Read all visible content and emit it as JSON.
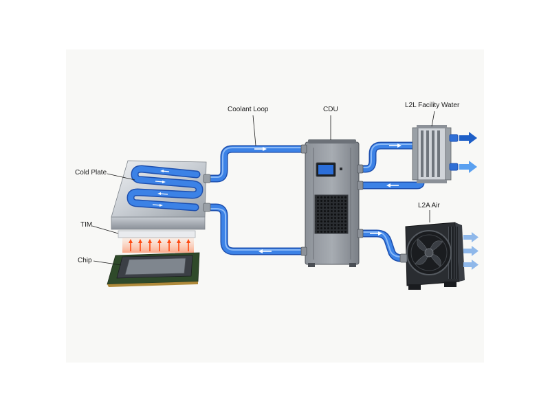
{
  "labels": {
    "coolant_loop": "Coolant Loop",
    "cdu": "CDU",
    "l2l_facility_water": "L2L Facility Water",
    "cold_plate": "Cold Plate",
    "tim": "TIM",
    "chip": "Chip",
    "l2a_air": "L2A Air"
  },
  "colors": {
    "coolant_blue": "#2f6fd6",
    "coolant_highlight": "#7fb0f5",
    "heat_orange": "#ff5a1e",
    "metal_light": "#d9dde2",
    "metal_dark": "#6f757c",
    "pcb_green": "#2f4a2a",
    "background": "#f8f8f6"
  }
}
